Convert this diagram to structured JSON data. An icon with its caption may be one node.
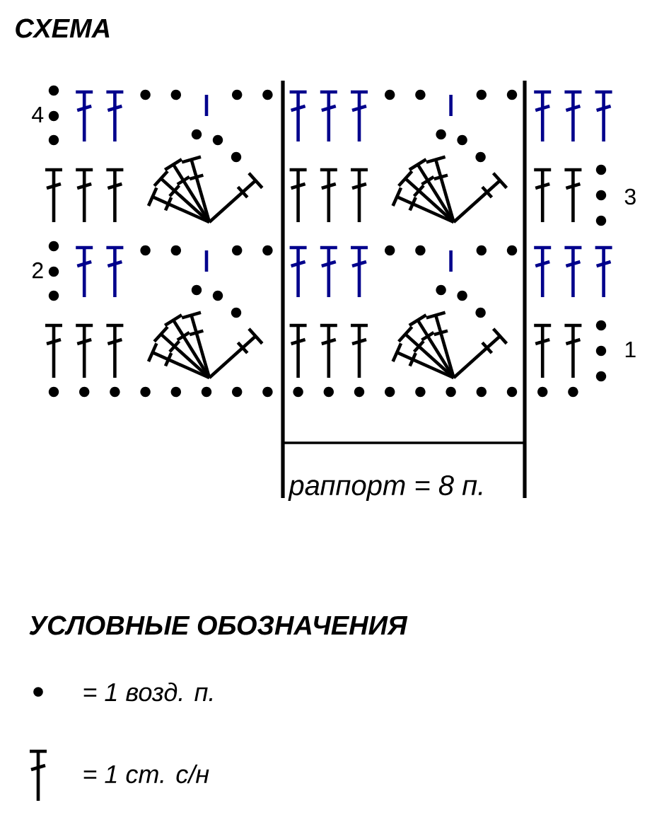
{
  "diagram": {
    "title": "СХЕМА",
    "labels": [
      "4",
      "3",
      "2",
      "1",
      "раппорт = 8 п.",
      "УСЛОВНЫЕ ОБОЗНАЧЕНИЯ"
    ],
    "legend": [
      {
        "text": "= 1 возд. п."
      },
      {
        "text": "= 1 ст. с/н"
      }
    ]
  }
}
